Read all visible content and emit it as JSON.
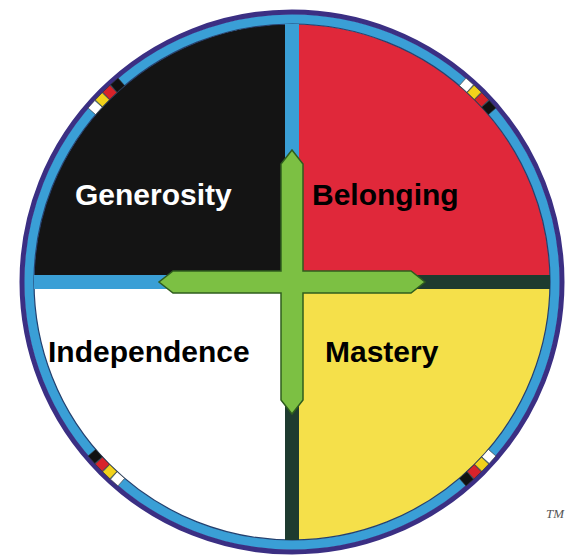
{
  "diagram": {
    "nodes": [
      {
        "text": [
          "Generosity"
        ]
      },
      {
        "text": [
          "Belonging"
        ]
      },
      {
        "text": [
          "Independence"
        ]
      },
      {
        "text": [
          "Mastery"
        ]
      }
    ],
    "labels": [
      "TM"
    ]
  }
}
